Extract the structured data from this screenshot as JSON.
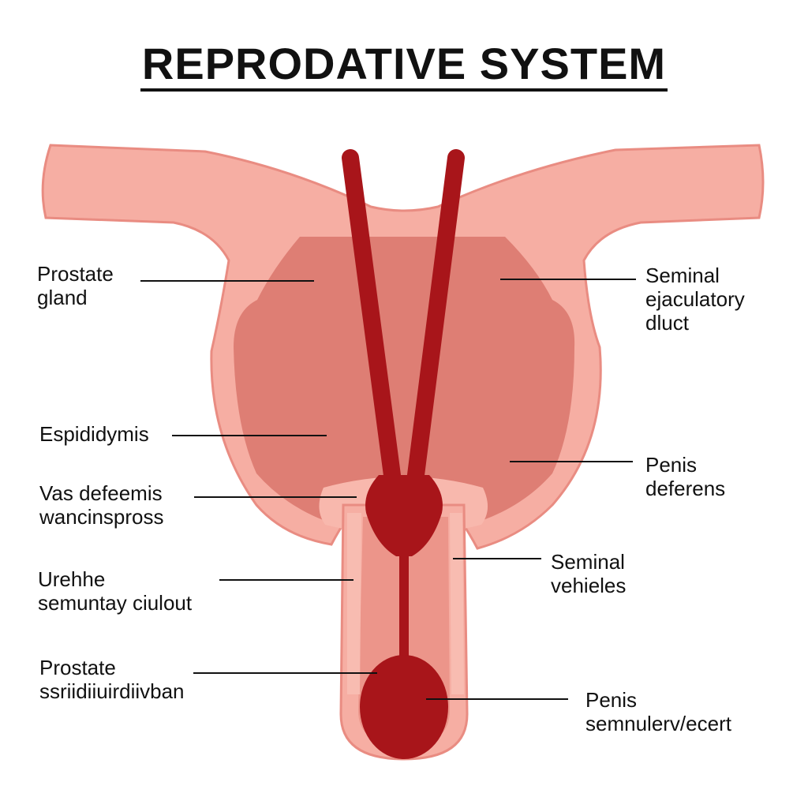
{
  "title": "REPRODATIVE SYSTEM",
  "colors": {
    "tissue_outer": "#f6aea3",
    "tissue_outline": "#e98c82",
    "tissue_inner": "#de7e74",
    "duct_red": "#a8151a",
    "text": "#111111"
  },
  "labels": {
    "prostate_gland": [
      "Prostate",
      "gland"
    ],
    "espididymis": [
      "Espididymis"
    ],
    "vas_deferens": [
      "Vas defeemis",
      "wancinspross"
    ],
    "urethra": [
      "Urehhe",
      "semuntay ciulout"
    ],
    "prostate_lower": [
      "Prostate",
      "ssriidiiuirdiivban"
    ],
    "seminal_ejaculatory": [
      "Seminal",
      "ejaculatory",
      "dluct"
    ],
    "penis_deferens": [
      "Penis",
      "deferens"
    ],
    "seminal_vehieles": [
      "Seminal",
      "vehieles"
    ],
    "penis_lower": [
      "Penis",
      "semnulerv/ecert"
    ]
  }
}
